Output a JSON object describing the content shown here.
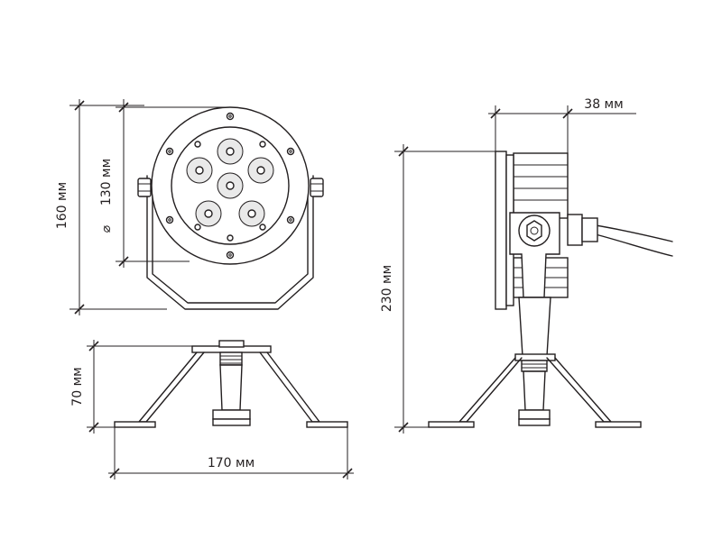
{
  "dimensions": {
    "diameter_symbol": "⌀",
    "diameter": "130 мм",
    "height_head": "160 мм",
    "height_total": "230 мм",
    "depth": "38 мм",
    "base_height": "70 мм",
    "base_width": "170 мм"
  },
  "colors": {
    "line": "#231f20",
    "background": "#ffffff",
    "shade": "#e9e9e9"
  }
}
